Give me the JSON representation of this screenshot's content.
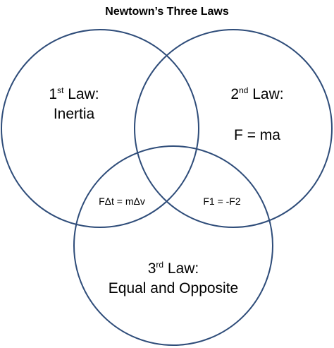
{
  "title": "Newtown’s Three Laws",
  "circles": {
    "stroke_color": "#2e4c79",
    "first": {
      "ordinal_number": "1",
      "ordinal_suffix": "st",
      "heading_rest": " Law:",
      "name": "Inertia"
    },
    "second": {
      "ordinal_number": "2",
      "ordinal_suffix": "nd",
      "heading_rest": " Law:",
      "formula": "F = ma"
    },
    "third": {
      "ordinal_number": "3",
      "ordinal_suffix": "rd",
      "heading_rest": " Law:",
      "name": "Equal and Opposite"
    }
  },
  "overlaps": {
    "first_third": "FΔt = mΔv",
    "second_third": "F1 = -F2"
  }
}
